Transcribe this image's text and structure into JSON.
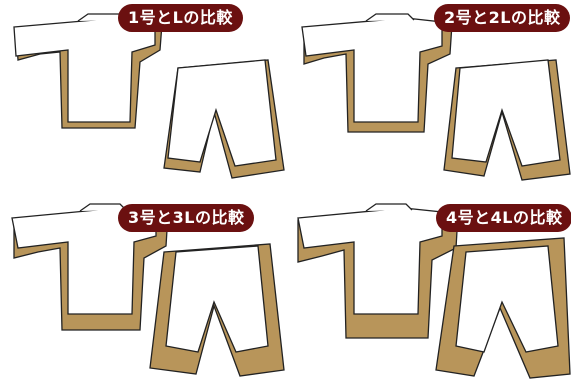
{
  "colors": {
    "badge_bg": "#6b1010",
    "size_overlay": "#b8955a",
    "garment_fill": "#ffffff",
    "outline": "#222222"
  },
  "panels": [
    {
      "badge": "1号とLの比較"
    },
    {
      "badge": "2号と2Lの比較"
    },
    {
      "badge": "3号と3Lの比較"
    },
    {
      "badge": "4号と4Lの比較"
    }
  ]
}
